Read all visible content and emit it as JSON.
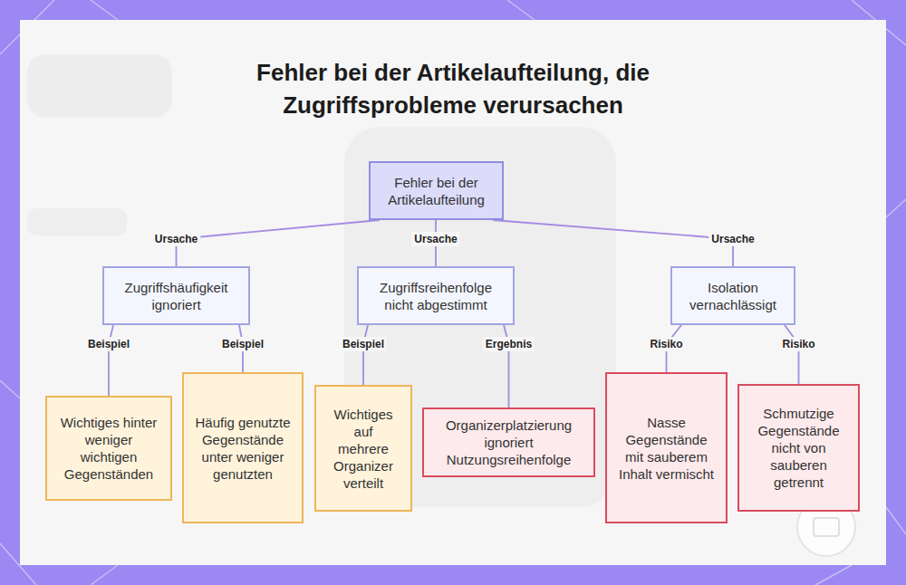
{
  "diagram": {
    "title": "Fehler bei der Artikelaufteilung, die Zugriffsprobleme verursachen",
    "nodes": [
      {
        "text": [
          "Fehler bei der Artikelaufteilung"
        ]
      },
      {
        "text": [
          "Zugriffshäufigkeit ignoriert"
        ]
      },
      {
        "text": [
          "Zugriffsreihenfolge nicht abgestimmt"
        ]
      },
      {
        "text": [
          "Isolation vernachlässigt"
        ]
      },
      {
        "text": [
          "Wichtiges hinter weniger wichtigen Gegenständen"
        ]
      },
      {
        "text": [
          "Häufig genutzte Gegenstände unter weniger genutzten"
        ]
      },
      {
        "text": [
          "Wichtiges auf mehrere Organizer verteilt"
        ]
      },
      {
        "text": [
          "Organizerplatzierung ignoriert Nutzungsreihenfolge"
        ]
      },
      {
        "text": [
          "Nasse Gegenstände mit sauberem Inhalt vermischt"
        ]
      },
      {
        "text": [
          "Schmutzige Gegenstände nicht von sauberen getrennt"
        ]
      }
    ],
    "edges": [
      {
        "from": 0,
        "to": 1,
        "label": "Ursache",
        "arrow": "none"
      },
      {
        "from": 0,
        "to": 2,
        "label": "Ursache",
        "arrow": "none"
      },
      {
        "from": 0,
        "to": 3,
        "label": "Ursache",
        "arrow": "none"
      },
      {
        "from": 1,
        "to": 4,
        "label": "Beispiel",
        "arrow": "none"
      },
      {
        "from": 1,
        "to": 5,
        "label": "Beispiel",
        "arrow": "none"
      },
      {
        "from": 2,
        "to": 6,
        "label": "Beispiel",
        "arrow": "none"
      },
      {
        "from": 2,
        "to": 7,
        "label": "Ergebnis",
        "arrow": "none"
      },
      {
        "from": 3,
        "to": 8,
        "label": "Risiko",
        "arrow": "none"
      },
      {
        "from": 3,
        "to": 9,
        "label": "Risiko",
        "arrow": "none"
      }
    ]
  }
}
